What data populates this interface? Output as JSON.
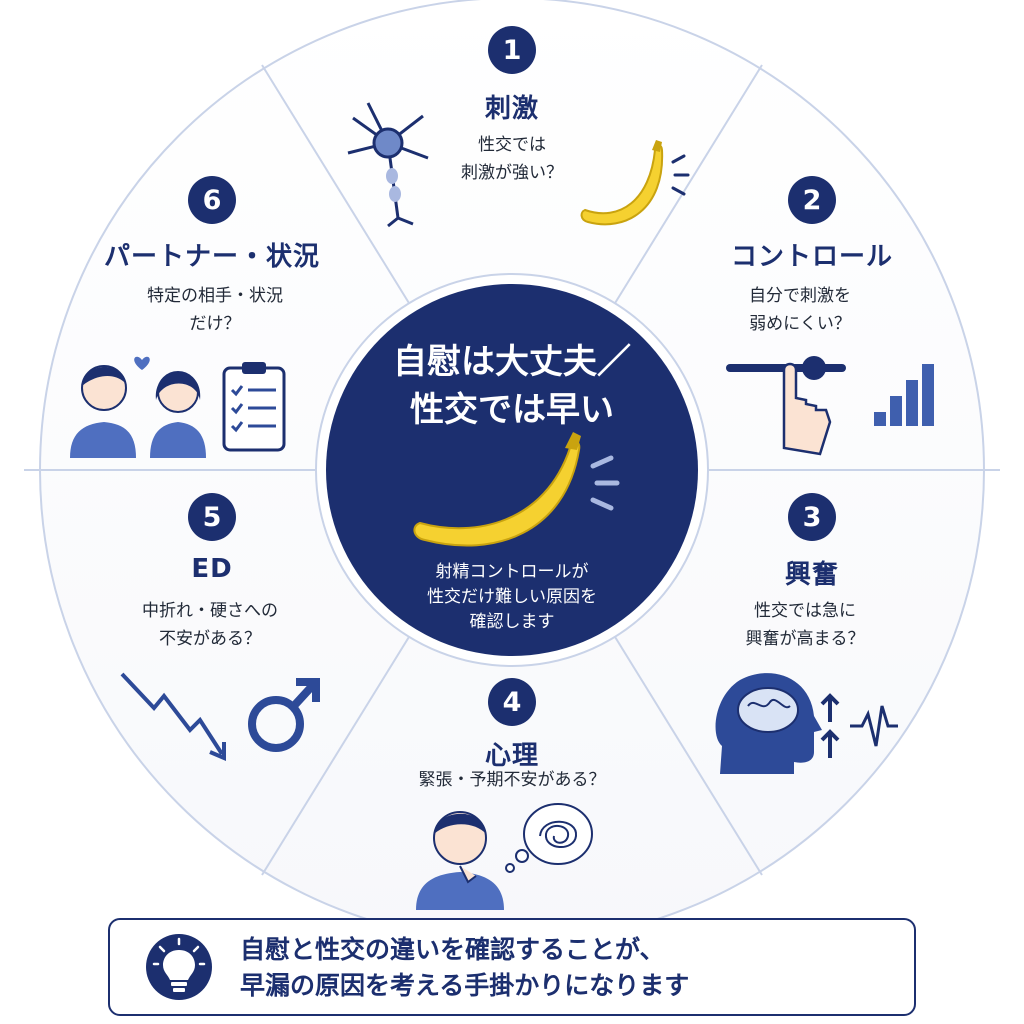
{
  "center": {
    "title": "自慰は大丈夫／\n性交では早い",
    "description": "射精コントロールが\n性交だけ難しい原因を\n確認します"
  },
  "segments": [
    {
      "number": "1",
      "title": "刺激",
      "description": "性交では\n刺激が強い？"
    },
    {
      "number": "2",
      "title": "コントロール",
      "description": "自分で刺激を\n弱めにくい？"
    },
    {
      "number": "3",
      "title": "興奮",
      "description": "性交では急に\n興奮が高まる？"
    },
    {
      "number": "4",
      "title": "心理",
      "description": "緊張・予期不安がある？"
    },
    {
      "number": "5",
      "title": "ED",
      "description": "中折れ・硬さへの\n不安がある？"
    },
    {
      "number": "6",
      "title": "パートナー・状況",
      "description": "特定の相手・状況\nだけ？"
    }
  ],
  "footer": {
    "text": "自慰と性交の違いを確認することが、\n早漏の原因を考える手掛かりになります"
  },
  "colors": {
    "navy": "#1c2f6f",
    "blue": "#3f5fae",
    "light_blue": "#d9e3f5",
    "banana": "#f5d130"
  }
}
